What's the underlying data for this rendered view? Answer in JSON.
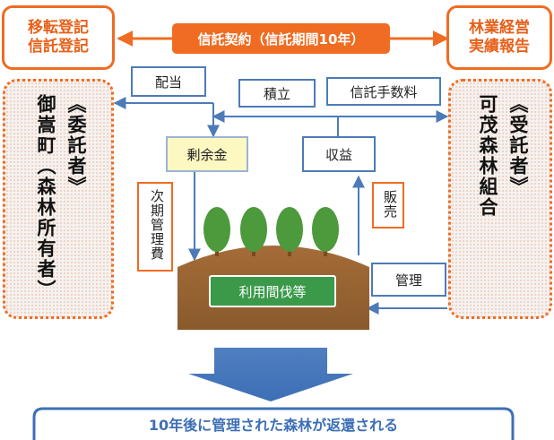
{
  "top_left": "移転登記\n信託登記",
  "top_right": "林業経営\n実績報告",
  "contract": "信託契約（信託期間10年）",
  "trustor": "《委託者》\n御嵩町（森林所有者）",
  "trustee": "《受託者》\n可茂森林組合",
  "dividend": "配当",
  "reserve": "積立",
  "trust_fee": "信託手数料",
  "surplus": "剰余金",
  "revenue": "収益",
  "next_cost": "次期管理費",
  "sales": "販売",
  "management": "管理",
  "use_thinning": "利用間伐等",
  "result": "10年後に管理された森林が返還される",
  "colors": {
    "orange": "#ef6c22",
    "blue_line": "#4d7bb7",
    "green_label": "#3a9a4a",
    "brown_hill": "#9a6433",
    "result_text": "#3d6fb6"
  }
}
